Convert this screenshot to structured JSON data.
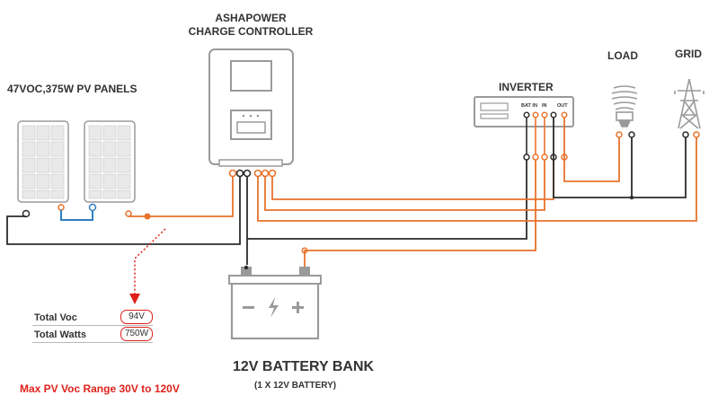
{
  "labels": {
    "controller_title": "ASHAPOWER\nCHARGE CONTROLLER",
    "panels_title": "47VOC,375W PV PANELS",
    "inverter_title": "INVERTER",
    "load_title": "LOAD",
    "grid_title": "GRID",
    "battery_title": "12V BATTERY BANK",
    "battery_subtitle": "(1 X 12V BATTERY)",
    "pv_range_note": "Max PV Voc Range 30V to 120V"
  },
  "summary_table": [
    {
      "label": "Total Voc",
      "value": "94V"
    },
    {
      "label": "Total Watts",
      "value": "750W"
    }
  ],
  "inverter_ports": {
    "bat_in": "BAT IN",
    "in": "IN",
    "out": "OUT"
  },
  "colors": {
    "positive_wire": "#e8732c",
    "negative_wire": "#2b2b2b",
    "accent_red": "#e0211b",
    "device_outline": "#9a9a9a",
    "panel_link": "#2f7fc1"
  },
  "icons": [
    "solar-panel-icon",
    "cfl-bulb-icon",
    "transmission-tower-icon",
    "battery-icon"
  ]
}
